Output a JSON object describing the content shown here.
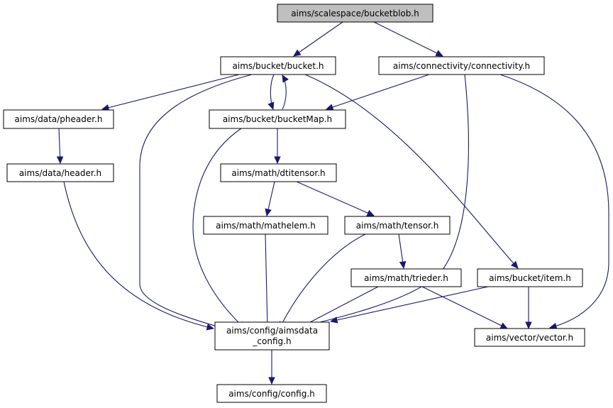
{
  "colors": {
    "edge": "#191970",
    "root_fill": "#bfbfbf",
    "node_fill": "#ffffff",
    "border": "#000000"
  },
  "nodes": {
    "bucketblob": {
      "label": "aims/scalespace/bucketblob.h",
      "root": true
    },
    "bucket": {
      "label": "aims/bucket/bucket.h"
    },
    "connectivity": {
      "label": "aims/connectivity/connectivity.h"
    },
    "pheader": {
      "label": "aims/data/pheader.h"
    },
    "bucketMap": {
      "label": "aims/bucket/bucketMap.h"
    },
    "header": {
      "label": "aims/data/header.h"
    },
    "dtitensor": {
      "label": "aims/math/dtitensor.h"
    },
    "mathelem": {
      "label": "aims/math/mathelem.h"
    },
    "tensor": {
      "label": "aims/math/tensor.h"
    },
    "trieder": {
      "label": "aims/math/trieder.h"
    },
    "item": {
      "label": "aims/bucket/item.h"
    },
    "aimsdata_config": {
      "label": [
        "aims/config/aimsdata",
        "_config.h"
      ]
    },
    "vector": {
      "label": "aims/vector/vector.h"
    },
    "config": {
      "label": "aims/config/config.h"
    }
  },
  "edges": [
    [
      "bucketblob",
      "bucket"
    ],
    [
      "bucketblob",
      "connectivity"
    ],
    [
      "bucket",
      "pheader"
    ],
    [
      "bucket",
      "bucketMap"
    ],
    [
      "bucket",
      "aimsdata_config"
    ],
    [
      "bucket",
      "item"
    ],
    [
      "connectivity",
      "bucketMap"
    ],
    [
      "connectivity",
      "aimsdata_config"
    ],
    [
      "connectivity",
      "vector"
    ],
    [
      "pheader",
      "header"
    ],
    [
      "header",
      "aimsdata_config"
    ],
    [
      "bucketMap",
      "bucket"
    ],
    [
      "bucketMap",
      "dtitensor"
    ],
    [
      "bucketMap",
      "aimsdata_config"
    ],
    [
      "dtitensor",
      "mathelem"
    ],
    [
      "dtitensor",
      "tensor"
    ],
    [
      "mathelem",
      "aimsdata_config"
    ],
    [
      "tensor",
      "aimsdata_config"
    ],
    [
      "tensor",
      "trieder"
    ],
    [
      "trieder",
      "aimsdata_config"
    ],
    [
      "trieder",
      "vector"
    ],
    [
      "item",
      "aimsdata_config"
    ],
    [
      "item",
      "vector"
    ],
    [
      "aimsdata_config",
      "config"
    ]
  ]
}
